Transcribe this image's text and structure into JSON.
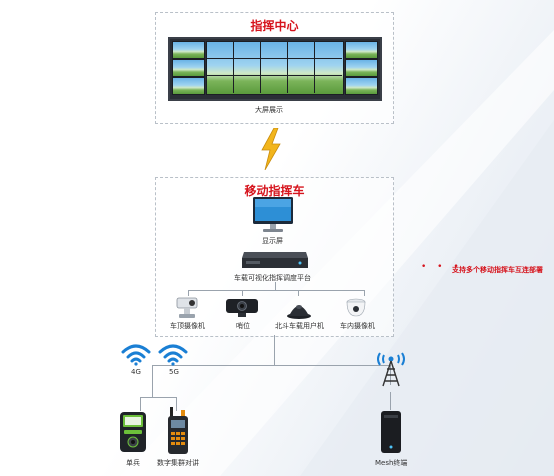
{
  "command_center": {
    "title": "指挥中心",
    "wall_label": "大屏展示"
  },
  "mobile_vehicle": {
    "title": "移动指挥车",
    "display_label": "显示屏",
    "platform_label": "车载可视化指挥调度平台",
    "devices": [
      {
        "label": "车顶摄像机",
        "icon": "ptz-camera-icon"
      },
      {
        "label": "哨位",
        "icon": "webcam-icon"
      },
      {
        "label": "北斗车载用户机",
        "icon": "beidou-terminal-icon"
      },
      {
        "label": "车内摄像机",
        "icon": "dome-camera-icon"
      }
    ]
  },
  "network": {
    "wifi_4g": "4G",
    "wifi_5g": "5G"
  },
  "terminals": {
    "soldier_label": "单兵",
    "radio_label": "数字集群对讲",
    "mesh_label": "Mesh终端"
  },
  "side_note": {
    "dots": "• • •",
    "text": "支持多个移动指挥车互连部署"
  },
  "colors": {
    "accent": "#d6141d",
    "wifi_blue": "#1a7fd4",
    "lightning": "#f2b51c"
  }
}
